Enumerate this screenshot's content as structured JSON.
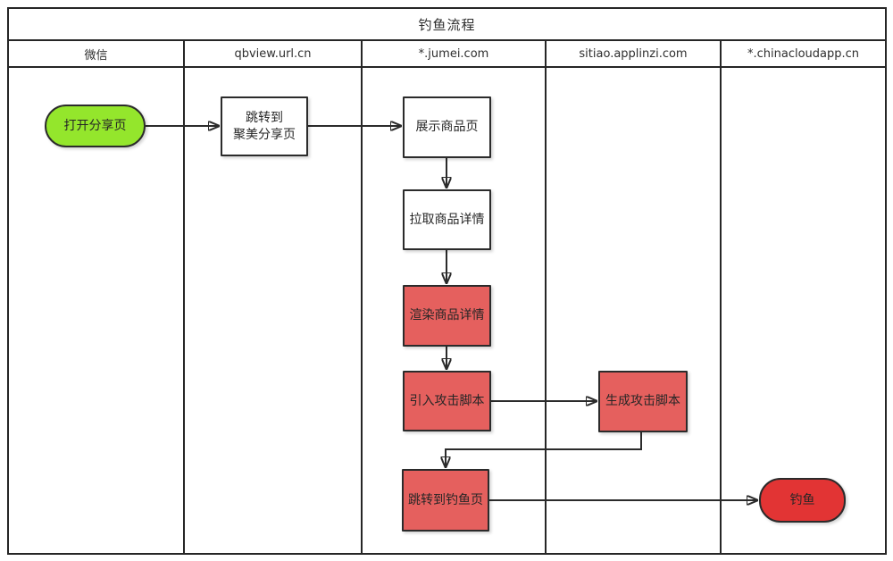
{
  "diagram": {
    "title": "钓鱼流程",
    "lanes": [
      {
        "label": "微信"
      },
      {
        "label": "qbview.url.cn"
      },
      {
        "label": "*.jumei.com"
      },
      {
        "label": "sitiao.applinzi.com"
      },
      {
        "label": "*.chinacloudapp.cn"
      }
    ],
    "nodes": {
      "open_share": {
        "label": "打开分享页",
        "shape": "terminator",
        "lane": "微信"
      },
      "jump_share": {
        "line1": "跳转到",
        "line2": "聚美分享页",
        "shape": "process",
        "lane": "qbview.url.cn"
      },
      "show_product": {
        "label": "展示商品页",
        "shape": "process",
        "lane": "*.jumei.com"
      },
      "fetch_detail": {
        "label": "拉取商品详情",
        "shape": "process",
        "lane": "*.jumei.com"
      },
      "render_detail": {
        "label": "渲染商品详情",
        "shape": "process",
        "lane": "*.jumei.com"
      },
      "inject_script": {
        "label": "引入攻击脚本",
        "shape": "process",
        "lane": "*.jumei.com"
      },
      "generate_script": {
        "label": "生成攻击脚本",
        "shape": "process",
        "lane": "sitiao.applinzi.com"
      },
      "jump_phishing": {
        "label": "跳转到钓鱼页",
        "shape": "process",
        "lane": "*.jumei.com"
      },
      "phishing": {
        "label": "钓鱼",
        "shape": "terminator",
        "lane": "*.chinacloudapp.cn"
      }
    },
    "colors": {
      "start_node_green": "#94E62C",
      "danger_node_red": "#E5605E",
      "end_node_red": "#E23434",
      "line_dark": "#2b2b2b",
      "background": "#ffffff"
    }
  }
}
